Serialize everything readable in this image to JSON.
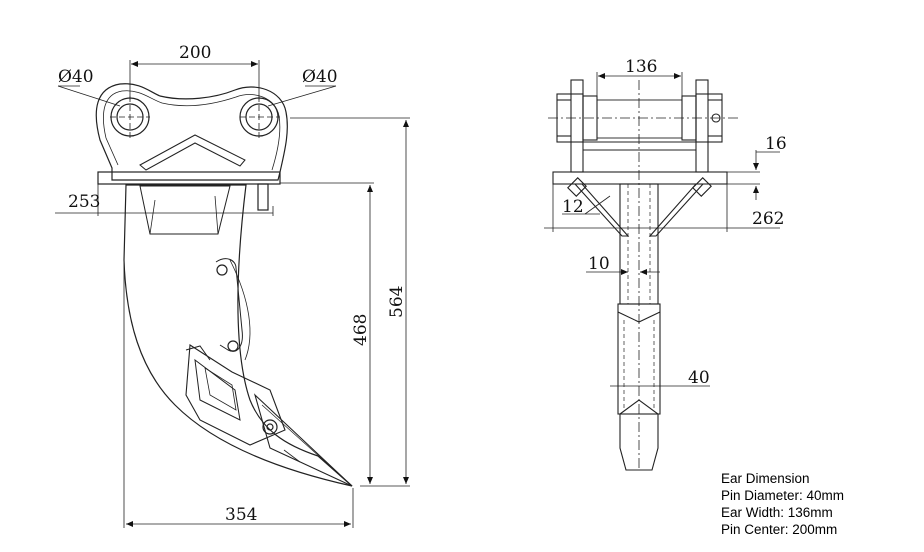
{
  "side_view": {
    "pin_left_label": "Ø40",
    "pin_right_label": "Ø40",
    "pin_spacing": "200",
    "height_total": "564",
    "height_shank": "468",
    "width_top": "253",
    "length_bottom": "354"
  },
  "front_view": {
    "ear_width": "136",
    "plate_thickness": "16",
    "gusset": "12",
    "plate_width": "262",
    "shank_offset": "10",
    "shank_thickness": "40"
  },
  "specs": {
    "title": "Ear Dimension",
    "pin_diameter": "Pin Diameter: 40mm",
    "ear_width": "Ear Width: 136mm",
    "pin_center": "Pin Center: 200mm"
  }
}
